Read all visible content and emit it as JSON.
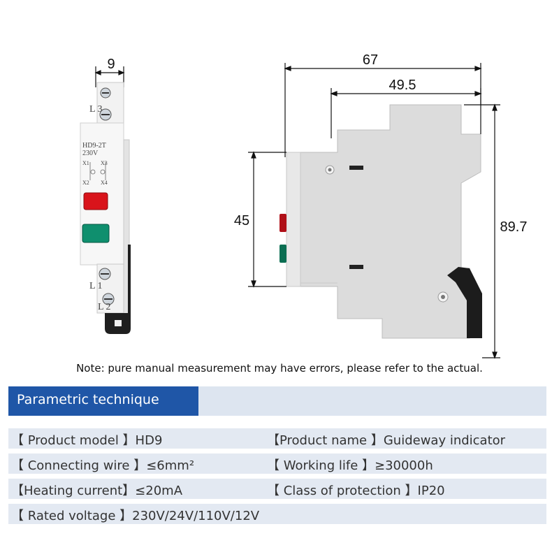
{
  "front_view": {
    "width_label": "9",
    "terminal_top_label": "L 3",
    "terminal_bottom_label_1": "L 1",
    "terminal_bottom_label_2": "L 2",
    "panel_model": "HD9-2T",
    "panel_voltage": "230V",
    "x1": "X1",
    "x2": "X2",
    "x3": "X3",
    "x4": "X4",
    "lamp_colors": [
      "#d9141b",
      "#0f8f6e"
    ]
  },
  "side_view": {
    "depth_label": "67",
    "depth_inner_label": "49.5",
    "front_height_label": "45",
    "total_height_label": "89.7"
  },
  "note": "Note: pure manual measurement may have errors, please refer to the actual.",
  "section": {
    "title": "Parametric technique",
    "accent_color": "#1f56a7"
  },
  "params": [
    {
      "left": "【 Product model 】HD9",
      "right": "【Product name 】Guideway indicator"
    },
    {
      "left": "【 Connecting wire 】≤6mm²",
      "right": "【 Working life 】≥30000h"
    },
    {
      "left": "【Heating current】≤20mA",
      "right": "【 Class of protection 】IP20"
    },
    {
      "left": "【 Rated voltage 】230V/24V/110V/12V",
      "right": ""
    }
  ]
}
